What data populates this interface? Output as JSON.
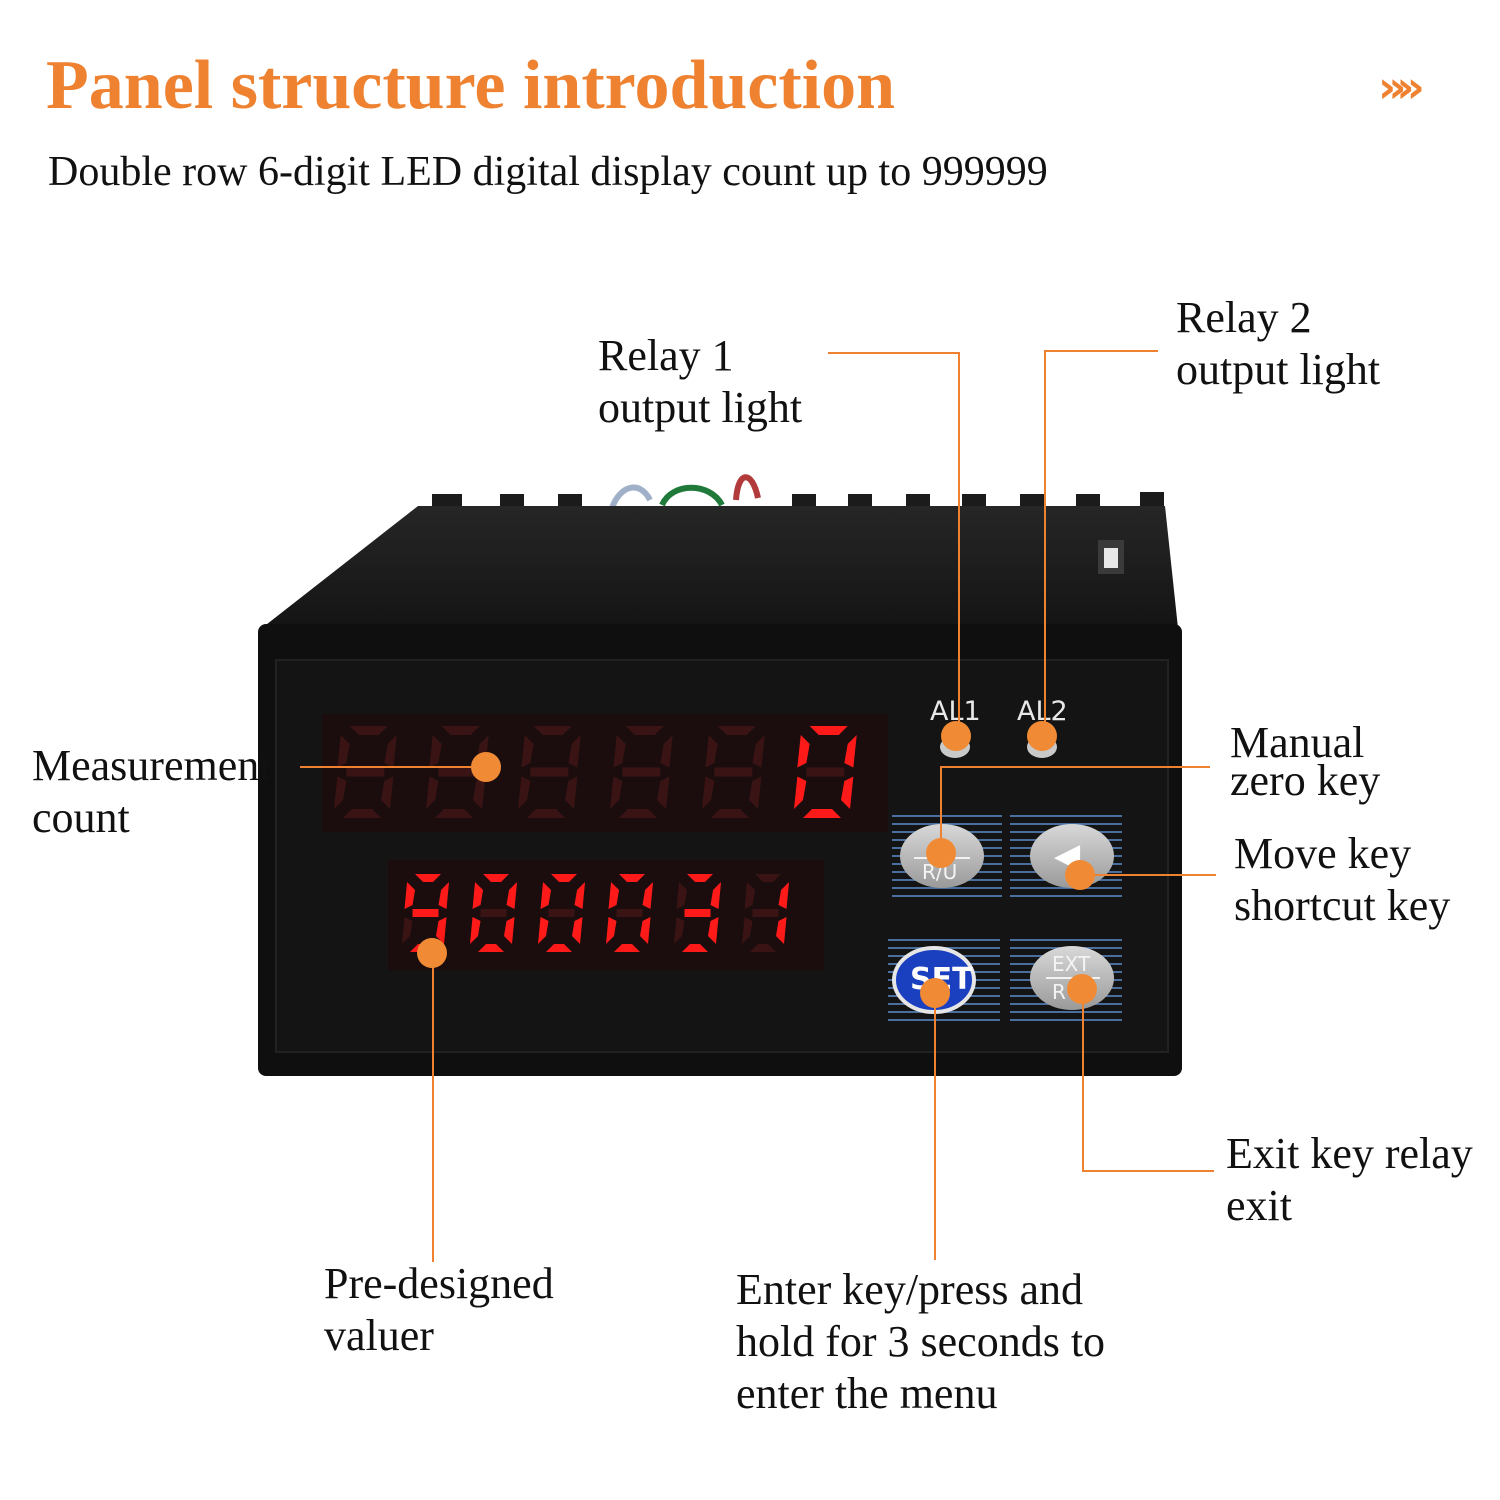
{
  "header": {
    "title": "Panel structure introduction",
    "subtitle": "Double row 6-digit LED digital display count up to 999999",
    "chevron": "»»"
  },
  "device": {
    "top_display": "0",
    "bottom_display": "900031",
    "indicator_1": "AL1",
    "indicator_2": "AL2",
    "key_ru": "R/U",
    "key_move_glyph": "◀",
    "key_set": "SET",
    "key_ext_top": "EXT",
    "key_ext_bottom": "R"
  },
  "callouts": {
    "relay1": [
      "Relay 1",
      "output light"
    ],
    "relay2": [
      "Relay 2",
      "output light"
    ],
    "measurement": [
      "Measurement",
      "count"
    ],
    "manual_zero": [
      "Manual",
      "zero key"
    ],
    "move_key": [
      "Move key",
      "shortcut key"
    ],
    "exit_key": [
      "Exit key relay",
      "exit"
    ],
    "predesigned": [
      "Pre-designed",
      "valuer"
    ],
    "enter_key": [
      "Enter key/press and",
      "hold for 3 seconds to",
      "enter the menu"
    ]
  },
  "colors": {
    "accent": "#ee8231",
    "led_on": "#ff1a1a",
    "led_off": "#3a1414",
    "panel": "#141414"
  }
}
